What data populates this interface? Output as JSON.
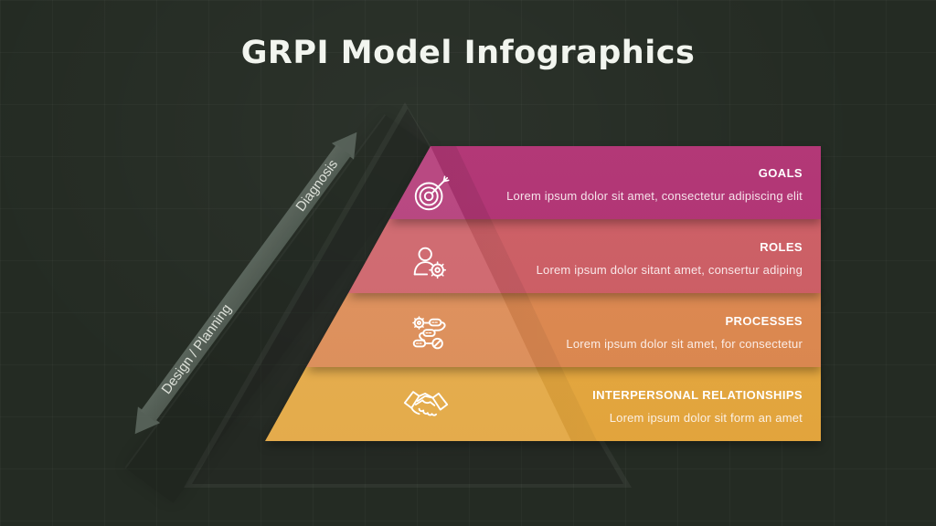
{
  "slide": {
    "title": "GRPI Model Infographics"
  },
  "axis_arrow": {
    "top_label": "Diagnosis",
    "bottom_label": "Design / Planning"
  },
  "layers": [
    {
      "name": "GOALS",
      "description": "Lorem ipsum dolor sit amet, consectetur adipiscing elit",
      "color": "#b23173",
      "icon": "target-dart-icon"
    },
    {
      "name": "ROLES",
      "description": "Lorem ipsum dolor sitant amet, consertur adiping",
      "color": "#cf5d64",
      "icon": "user-gear-icon"
    },
    {
      "name": "PROCESSES",
      "description": "Lorem ipsum dolor sit amet, for consectetur",
      "color": "#e0894f",
      "icon": "process-flow-icon"
    },
    {
      "name": "INTERPERSONAL RELATIONSHIPS",
      "description": "Lorem ipsum dolor sit form an amet",
      "color": "#e9a93d",
      "icon": "handshake-icon"
    }
  ],
  "colors": {
    "background": "#242b23",
    "title_text": "#f2f5ef",
    "arrow": "#59645b",
    "band_text": "#ffffff"
  }
}
